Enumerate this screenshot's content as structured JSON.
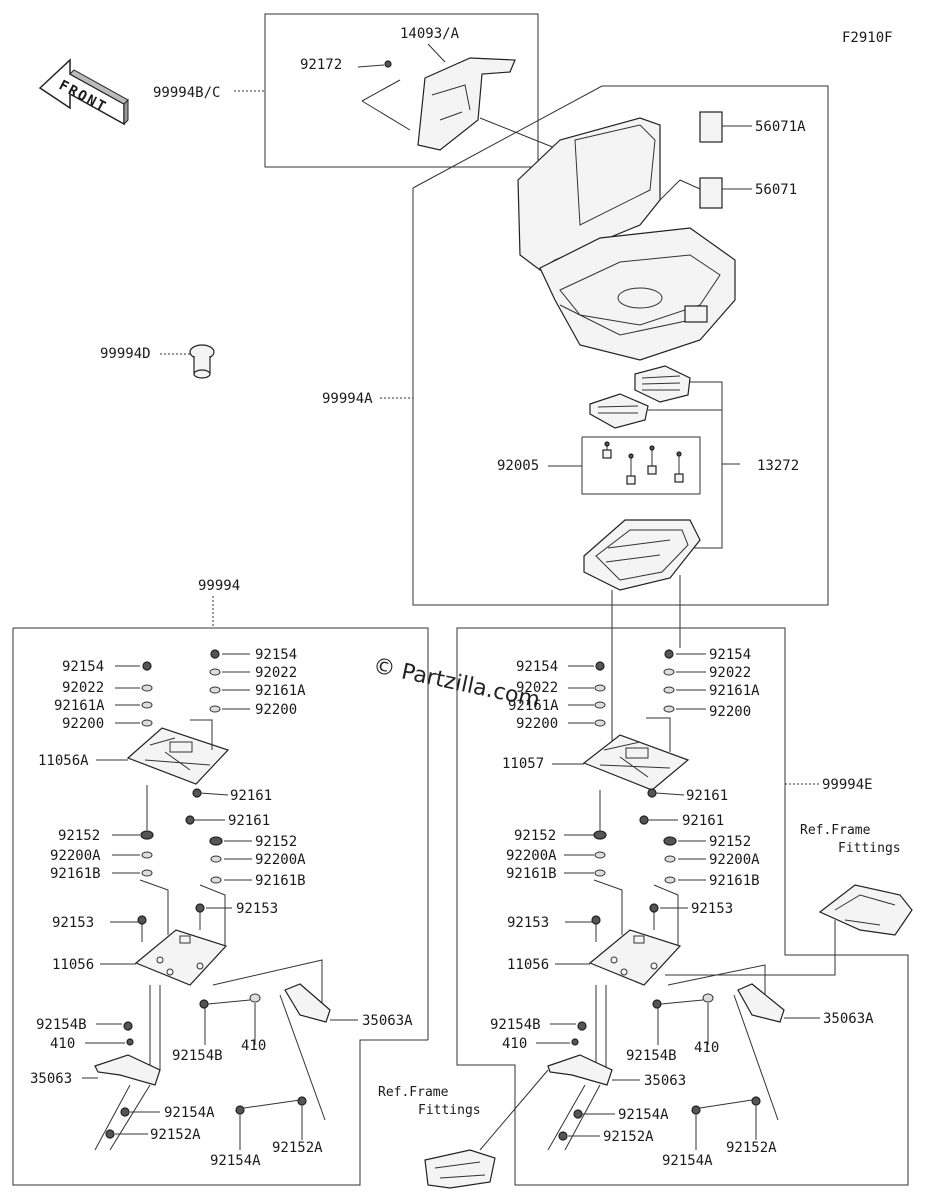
{
  "diagram_code": "F2910F",
  "front_label": "FRONT",
  "watermark": "© Partzilla.com",
  "labels": {
    "p14093A": "14093/A",
    "p92172": "92172",
    "p99994BC": "99994B/C",
    "p56071A": "56071A",
    "p56071": "56071",
    "p99994D": "99994D",
    "p99994A": "99994A",
    "p92005": "92005",
    "p13272": "13272",
    "p99994": "99994",
    "p99994E": "99994E",
    "L_92154a": "92154",
    "L_92022a": "92022",
    "L_92161Aa": "92161A",
    "L_92200a": "92200",
    "L_92154b": "92154",
    "L_92022b": "92022",
    "L_92161Ab": "92161A",
    "L_92200b": "92200",
    "L_11056A": "11056A",
    "L_92161a": "92161",
    "L_92161b": "92161",
    "L_92152a": "92152",
    "L_92200Aa": "92200A",
    "L_92161Ba": "92161B",
    "L_92152b": "92152",
    "L_92200Ab": "92200A",
    "L_92161Bb": "92161B",
    "L_92153a": "92153",
    "L_92153b": "92153",
    "L_11056": "11056",
    "L_92154Ba": "92154B",
    "L_410a": "410",
    "L_35063": "35063",
    "L_92154Bb": "92154B",
    "L_410b": "410",
    "L_35063A": "35063A",
    "L_92154Aa": "92154A",
    "L_92152Aa": "92152A",
    "L_92154Ab": "92154A",
    "L_92152Ab": "92152A",
    "R_92154a": "92154",
    "R_92022a": "92022",
    "R_92161Aa": "92161A",
    "R_92200a": "92200",
    "R_92154b": "92154",
    "R_92022b": "92022",
    "R_92161Ab": "92161A",
    "R_92200b": "92200",
    "R_11057": "11057",
    "R_92161a": "92161",
    "R_92161b": "92161",
    "R_92152a": "92152",
    "R_92200Aa": "92200A",
    "R_92161Ba": "92161B",
    "R_92152b": "92152",
    "R_92200Ab": "92200A",
    "R_92161Bb": "92161B",
    "R_92153a": "92153",
    "R_92153b": "92153",
    "R_11056": "11056",
    "R_92154Ba": "92154B",
    "R_410a": "410",
    "R_35063": "35063",
    "R_92154Bb": "92154B",
    "R_410b": "410",
    "R_35063A": "35063A",
    "R_92154Aa": "92154A",
    "R_92152Aa": "92152A",
    "R_92154Ab": "92154A",
    "R_92152Ab": "92152A"
  },
  "ref_frame_1": [
    "Ref.Frame",
    "Fittings"
  ],
  "ref_frame_2": [
    "Ref.Frame",
    "Fittings"
  ]
}
